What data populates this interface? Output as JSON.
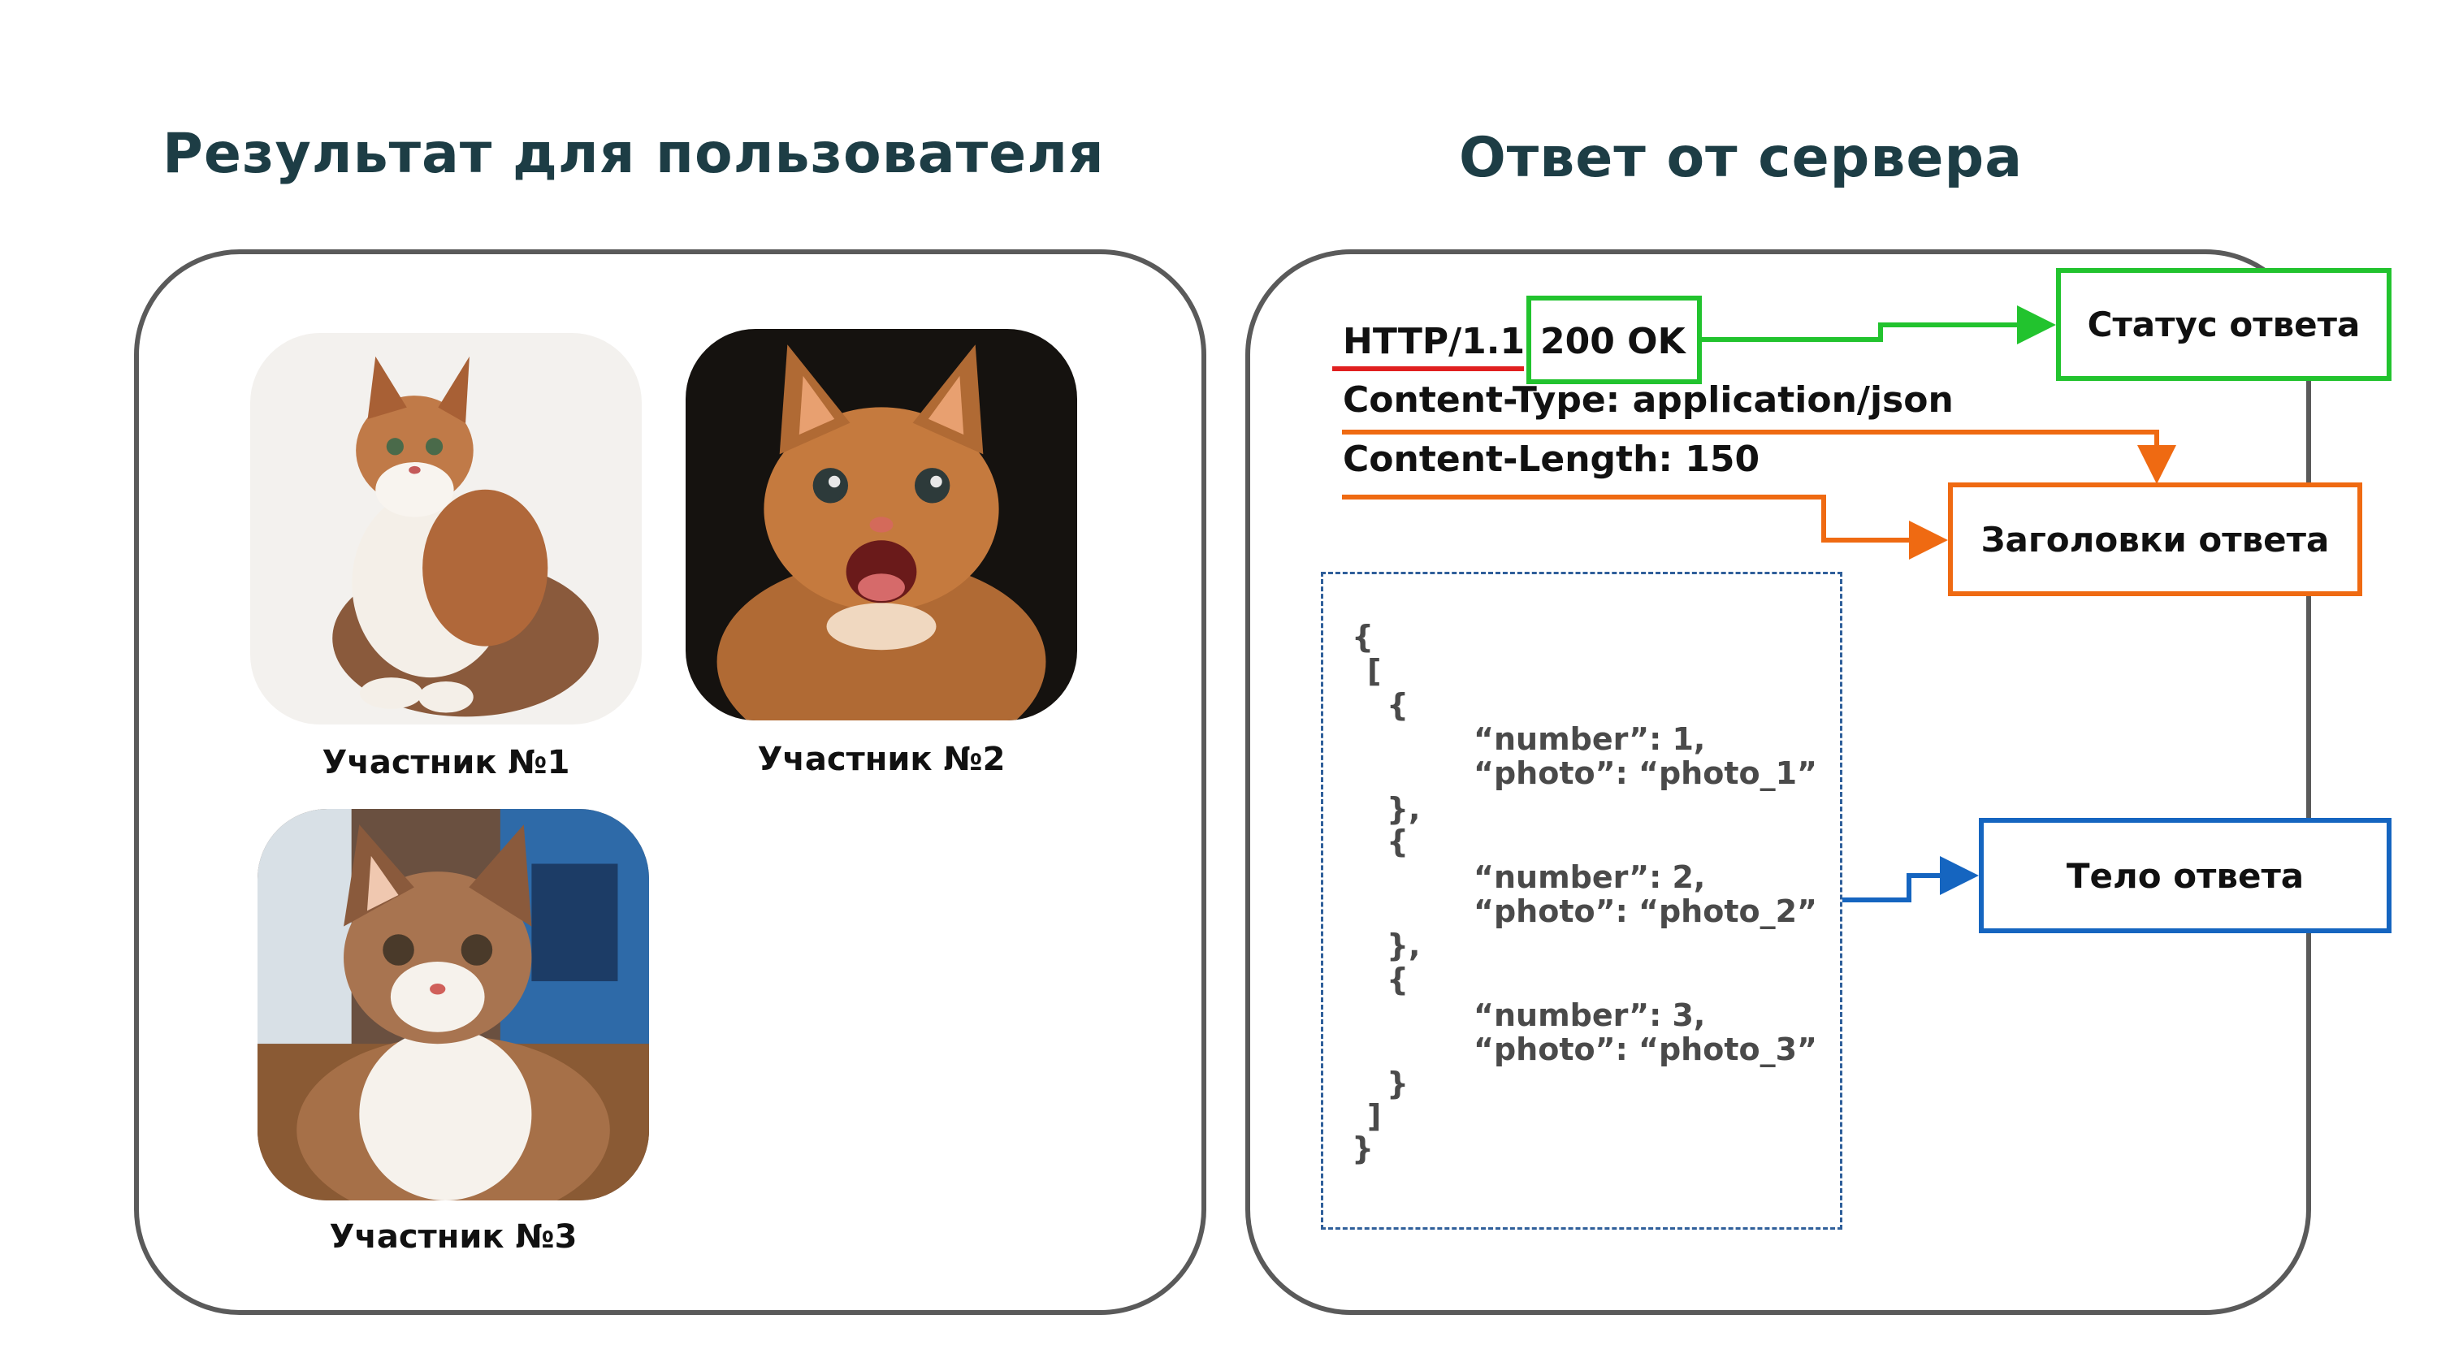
{
  "titles": {
    "left": "Результат для пользователя",
    "right": "Ответ от сервера"
  },
  "participants": [
    {
      "label": "Участник №1"
    },
    {
      "label": "Участник №2"
    },
    {
      "label": "Участник №3"
    }
  ],
  "response": {
    "protocol": "HTTP/1.1",
    "status": "200 OK",
    "headers": [
      "Content-Type: application/json",
      "Content-Length: 150"
    ],
    "body": {
      "open_brace": "{",
      "open_bracket": "[",
      "close_bracket": "]",
      "close_brace": "}",
      "items": [
        {
          "open": "{",
          "number": "“number”: 1,",
          "photo": "“photo”: “photo_1”",
          "close": "},"
        },
        {
          "open": "{",
          "number": "“number”: 2,",
          "photo": "“photo”: “photo_2”",
          "close": "},"
        },
        {
          "open": "{",
          "number": "“number”: 3,",
          "photo": "“photo”: “photo_3”",
          "close": "}"
        }
      ]
    }
  },
  "labels": {
    "status": "Статус ответа",
    "headers": "Заголовки ответа",
    "body": "Тело ответа"
  },
  "colors": {
    "title": "#1d3d45",
    "status": "#22c32e",
    "headers": "#ef6a12",
    "body": "#1565c0",
    "protocol_underline": "#e02020"
  }
}
